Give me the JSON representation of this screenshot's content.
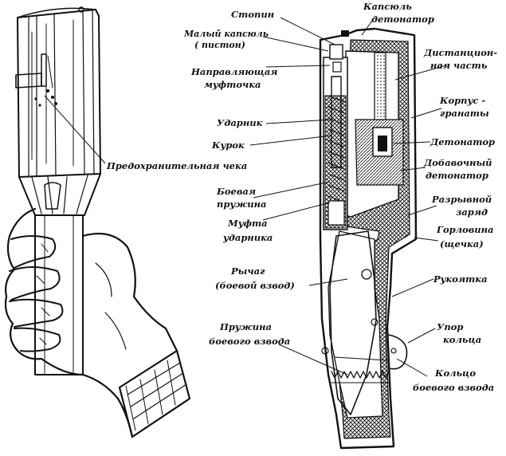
{
  "labels": {
    "stopin": "Стопин",
    "small_primer_1": "Малый капсюль",
    "small_primer_2": "( пистон)",
    "guide_1": "Направляющая",
    "guide_2": "муфточка",
    "striker": "Ударник",
    "trigger": "Курок",
    "safety_chain": "Предохранительная чека",
    "spring_1": "Боевая",
    "spring_2": "пружина",
    "coupling_1": "Муфта",
    "coupling_2": "ударника",
    "lever_1": "Рычаг",
    "lever_2": "(боевой взвод)",
    "cock_spring_1": "Пружина",
    "cock_spring_2": "боевого взвода",
    "cap_det_1": "Капсюль",
    "cap_det_2": "детонатор",
    "time_part_1": "Дистанцион-",
    "time_part_2": "ная часть",
    "body_1": "Корпус -",
    "body_2": "гранаты",
    "detonator": "Детонатор",
    "add_det_1": "Добавочный",
    "add_det_2": "детонатор",
    "charge_1": "Разрывной",
    "charge_2": "заряд",
    "neck_1": "Горловина",
    "neck_2": "(щечка)",
    "handle": "Рукоятка",
    "ring_stop_1": "Упор",
    "ring_stop_2": "кольца",
    "ring_1": "Кольцо",
    "ring_2": "боевого взвода"
  },
  "icons": {
    "hand": "hand-holding-grenade-icon",
    "grenade": "grenade-cross-section-icon"
  }
}
